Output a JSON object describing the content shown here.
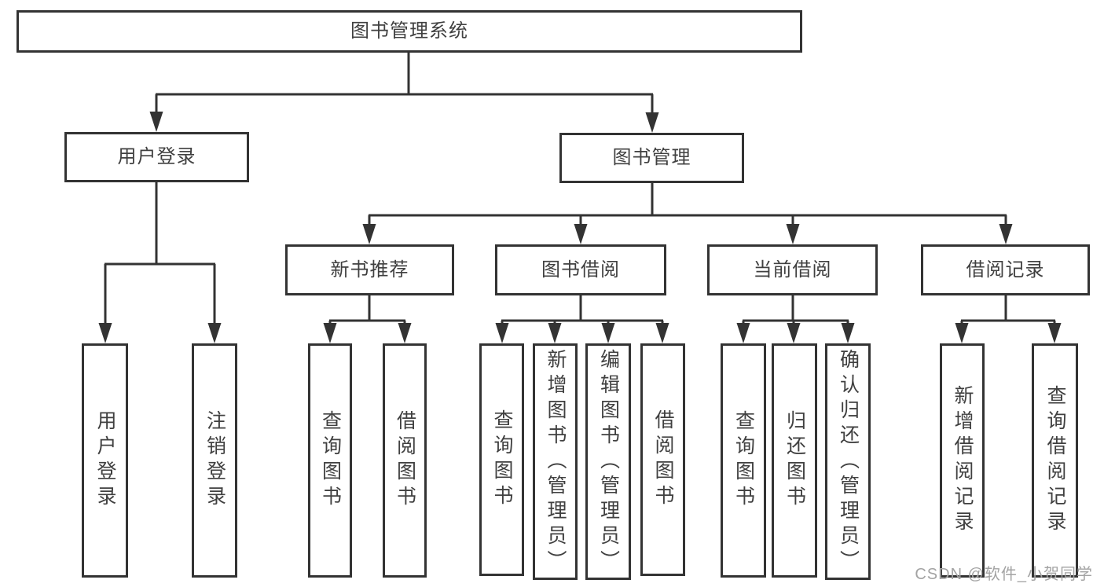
{
  "diagram": {
    "nodes": {
      "root": {
        "label": "图书管理系统"
      },
      "user_login": {
        "label": "用户登录"
      },
      "book_mgmt": {
        "label": "图书管理"
      },
      "new_book_rec": {
        "label": "新书推荐"
      },
      "book_borrow": {
        "label": "图书借阅"
      },
      "current_borrow": {
        "label": "当前借阅"
      },
      "borrow_records": {
        "label": "借阅记录"
      },
      "leaf_user_login": {
        "label": "用户登录"
      },
      "leaf_logout": {
        "label": "注销登录"
      },
      "leaf_query_book_1": {
        "label": "查询图书"
      },
      "leaf_borrow_book_1": {
        "label": "借阅图书"
      },
      "leaf_query_book_2": {
        "label": "查询图书"
      },
      "leaf_add_book": {
        "label": "新增图书（管理员）"
      },
      "leaf_edit_book": {
        "label": "编辑图书（管理员）"
      },
      "leaf_borrow_book_2": {
        "label": "借阅图书"
      },
      "leaf_query_book_3": {
        "label": "查询图书"
      },
      "leaf_return_book": {
        "label": "归还图书"
      },
      "leaf_confirm_return": {
        "label": "确认归还（管理员）"
      },
      "leaf_add_borrow_record": {
        "label": "新增借阅记录"
      },
      "leaf_query_borrow_record": {
        "label": "查询借阅记录"
      }
    },
    "hierarchy": {
      "root": [
        "user_login",
        "book_mgmt"
      ],
      "user_login": [
        "leaf_user_login",
        "leaf_logout"
      ],
      "book_mgmt": [
        "new_book_rec",
        "book_borrow",
        "current_borrow",
        "borrow_records"
      ],
      "new_book_rec": [
        "leaf_query_book_1",
        "leaf_borrow_book_1"
      ],
      "book_borrow": [
        "leaf_query_book_2",
        "leaf_add_book",
        "leaf_edit_book",
        "leaf_borrow_book_2"
      ],
      "current_borrow": [
        "leaf_query_book_3",
        "leaf_return_book",
        "leaf_confirm_return"
      ],
      "borrow_records": [
        "leaf_add_borrow_record",
        "leaf_query_borrow_record"
      ]
    },
    "watermark": "CSDN @软件_小贺同学",
    "colors": {
      "line": "#333333",
      "text": "#404040",
      "background": "#ffffff",
      "box_background": "#ffffff",
      "watermark": "#a3a3a3"
    }
  }
}
